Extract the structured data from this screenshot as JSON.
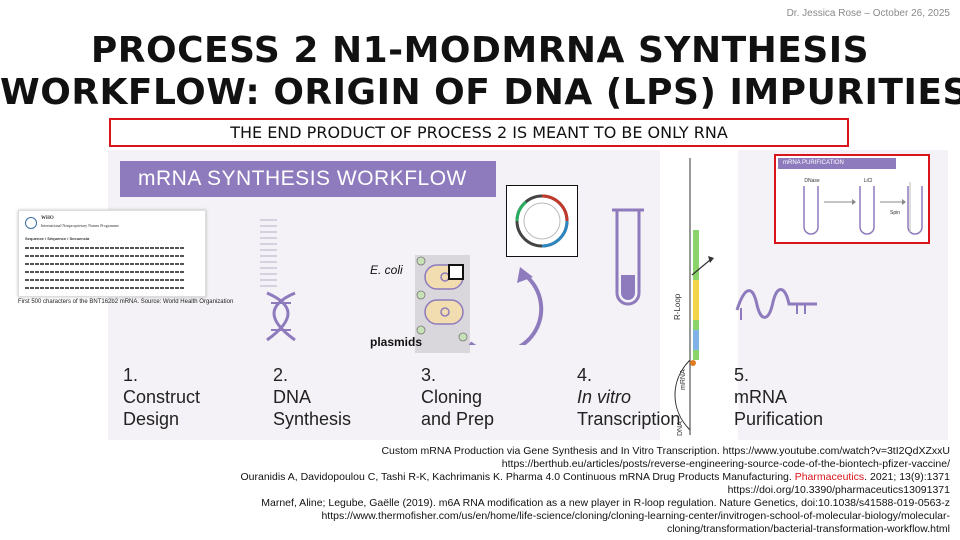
{
  "author": "Dr. Jessica Rose – October 26, 2025",
  "title_line1": "PROCESS 2 N1-MODMRNA SYNTHESIS",
  "title_line2": "WORKFLOW: ORIGIN OF DNA (LPS) IMPURITIES",
  "subtitle": "THE END PRODUCT OF PROCESS 2 IS MEANT TO BE ONLY RNA",
  "workflow": {
    "banner": "mRNA SYNTHESIS WORKFLOW",
    "steps": [
      {
        "num": "1.",
        "line1": "Construct",
        "line2": "Design"
      },
      {
        "num": "2.",
        "line1": "DNA",
        "line2": "Synthesis"
      },
      {
        "num": "3.",
        "line1": "Cloning",
        "line2": "and Prep"
      },
      {
        "num": "4.",
        "line1": "In vitro",
        "line2": "Transcription"
      },
      {
        "num": "5.",
        "line1": "mRNA",
        "line2": "Purification"
      }
    ],
    "who_caption": "First 500 characters of the BNT162b2 mRNA. Source: World Health Organization",
    "who_header": "WHO",
    "who_subheader": "International Nonproprietary Names Programme",
    "who_section": "Sequence / Séquence / Secuencia",
    "ecoli_label": "E. coli",
    "plasmids_label": "plasmids",
    "purification_header": "mRNA PURIFICATION",
    "purification_steps": [
      "DNase",
      "LiCl",
      "Spin"
    ],
    "rloop_labels": {
      "rloop": "R-Loop",
      "mrna": "mRNA",
      "dna": "DNA"
    }
  },
  "references": {
    "line1": "Custom mRNA Production via Gene Synthesis and In Vitro Transcription. https://www.youtube.com/watch?v=3tI2QdXZxxU",
    "line2": "https://berthub.eu/articles/posts/reverse-engineering-source-code-of-the-biontech-pfizer-vaccine/",
    "line3a": "Ouranidis A, Davidopoulou C, Tashi R-K, Kachrimanis K. Pharma 4.0 Continuous mRNA Drug Products Manufacturing. ",
    "line3_journal": "Pharmaceutics",
    "line3b": ". 2021; 13(9):1371",
    "line4": "https://doi.org/10.3390/pharmaceutics13091371",
    "line5": "Marnef, Aline; Legube, Gaëlle (2019). m6A RNA modification as a new player in R-loop regulation. Nature Genetics, doi:10.1038/s41588-019-0563-z",
    "line6": "https://www.thermofisher.com/us/en/home/life-science/cloning/cloning-learning-center/invitrogen-school-of-molecular-biology/molecular-",
    "line7": "cloning/transformation/bacterial-transformation-workflow.html"
  },
  "colors": {
    "accent_red": "#d9141b",
    "banner_purple": "#8e7bbd",
    "panel_bg": "#f4f2f6"
  }
}
